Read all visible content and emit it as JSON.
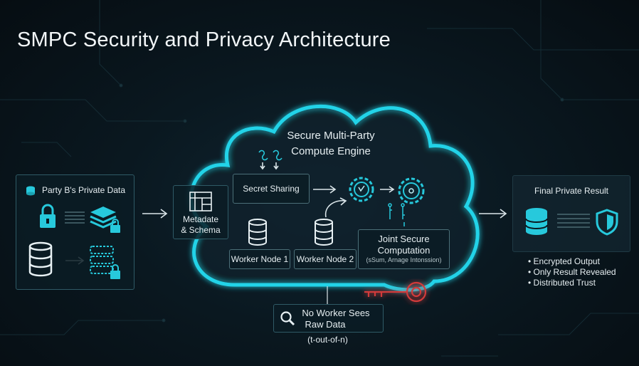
{
  "title": "SMPC Security and Privacy Architecture",
  "party": {
    "label": "Party B's Private Data"
  },
  "metadata": {
    "line1": "Metadate",
    "line2": "& Schema"
  },
  "engine": {
    "line1": "Secure Multi-Party",
    "line2": "Compute Engine",
    "secret_sharing": "Secret Sharing",
    "worker1": "Worker Node 1",
    "worker2": "Worker Node 2",
    "joint_line1": "Joint Secure",
    "joint_line2": "Computation",
    "joint_sub": "(sSum, Arnage Intonssion)"
  },
  "no_worker": {
    "line1": "No Worker Sees",
    "line2": "Raw Data",
    "note": "(t-out-of-n)"
  },
  "result": {
    "title": "Final Private Result",
    "bullets": [
      "• Encrypted Output",
      "• Only Result Revealed",
      "• Distributed Trust"
    ]
  },
  "colors": {
    "accent": "#27c9dc",
    "glow": "#1fd0e6",
    "key": "#d23a3a",
    "border": "#2f5a66"
  }
}
